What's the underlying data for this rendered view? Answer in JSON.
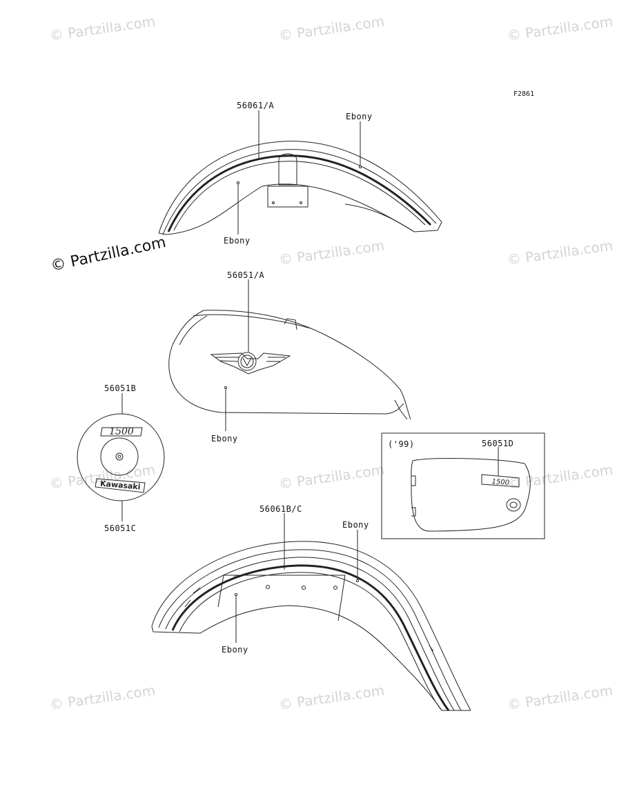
{
  "figure_code": "F2861",
  "watermark_text": "© Partzilla.com",
  "watermark_main": "© Partzilla.com",
  "labels": {
    "front_fender_part": "56061/A",
    "front_fender_color_top": "Ebony",
    "front_fender_color_inner": "Ebony",
    "fuel_tank_part": "56051/A",
    "fuel_tank_color": "Ebony",
    "emblem_1500_part": "56051B",
    "emblem_kawasaki_part": "56051C",
    "side_cover_year": "('99)",
    "side_cover_part": "56051D",
    "rear_fender_part": "56061B/C",
    "rear_fender_color_top": "Ebony",
    "rear_fender_color_inner": "Ebony"
  },
  "emblem": {
    "top_text": "1500",
    "bottom_text": "Kawasaki"
  },
  "side_cover_badge": "1500"
}
